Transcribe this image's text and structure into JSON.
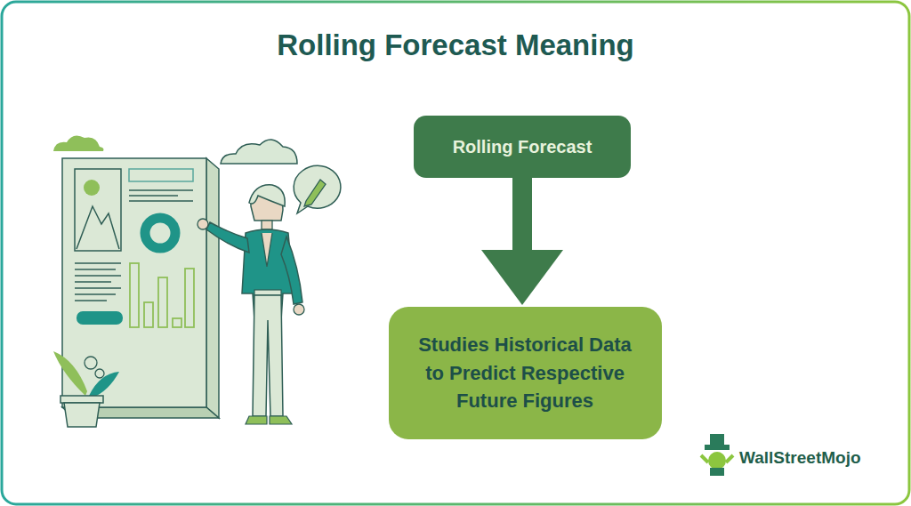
{
  "diagram": {
    "title": "Rolling Forecast Meaning",
    "nodes": [
      {
        "text": [
          "Rolling Forecast"
        ]
      },
      {
        "text": [
          "Studies Historical Data to Predict Respective Future Figures"
        ]
      }
    ],
    "edges": [
      {
        "from": 0,
        "to": 1,
        "arrow": "to"
      }
    ],
    "labels": [
      "WallStreetMojo"
    ]
  }
}
